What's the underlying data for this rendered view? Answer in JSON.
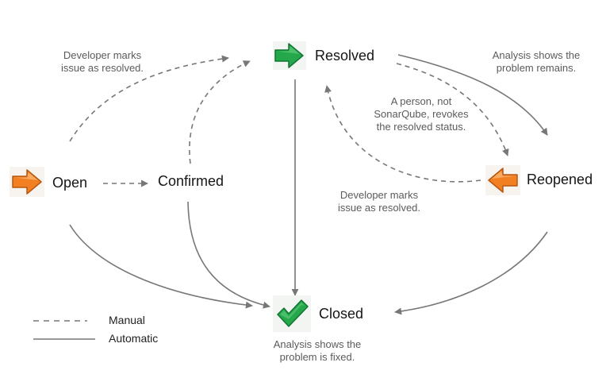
{
  "states": {
    "resolved": "Resolved",
    "open": "Open",
    "confirmed": "Confirmed",
    "reopened": "Reopened",
    "closed": "Closed"
  },
  "notes": {
    "dev_marks_top": "Developer marks\nissue as resolved.",
    "analysis_remains": "Analysis shows the\nproblem remains.",
    "person_revokes": "A person, not\nSonarQube, revokes\nthe resolved status.",
    "dev_marks_mid": "Developer marks\nissue as resolved.",
    "analysis_fixed": "Analysis shows the\nproblem is fixed."
  },
  "legend": {
    "manual": "Manual",
    "automatic": "Automatic"
  },
  "icons": {
    "resolved": "green-right-arrow-icon",
    "open": "orange-right-arrow-icon",
    "reopened": "orange-left-arrow-icon",
    "closed": "green-checkmark-icon"
  },
  "colors": {
    "line": "#777777",
    "orange": "#f07c1e",
    "green": "#22a84a"
  }
}
